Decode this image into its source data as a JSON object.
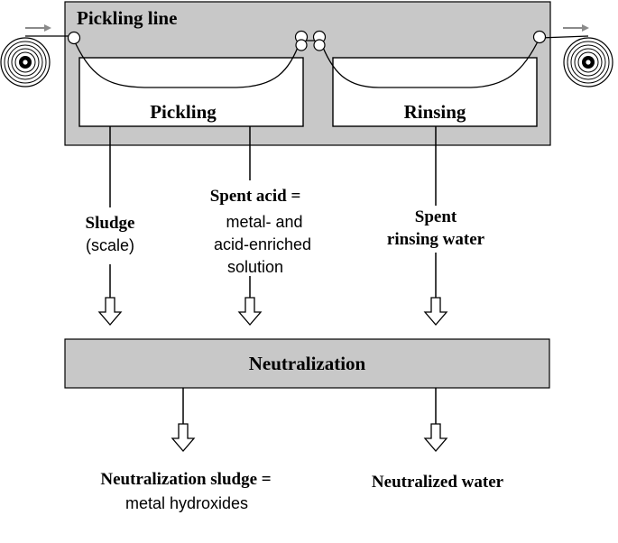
{
  "colors": {
    "panel_fill": "#c8c8c8",
    "stroke": "#000000",
    "arrow_gray": "#9a9a9a"
  },
  "pickling_line": {
    "title": "Pickling line"
  },
  "tanks": {
    "pickling": "Pickling",
    "rinsing": "Rinsing"
  },
  "streams": {
    "sludge": {
      "title": "Sludge",
      "detail": "(scale)"
    },
    "spent_acid": {
      "title": "Spent acid =",
      "detail_lines": [
        "metal- and",
        "acid-enriched",
        "solution"
      ]
    },
    "spent_rinsing_water": {
      "title_lines": [
        "Spent",
        "rinsing water"
      ]
    }
  },
  "neutralization": {
    "title": "Neutralization"
  },
  "outputs": {
    "sludge": {
      "title": "Neutralization sludge =",
      "detail": "metal hydroxides"
    },
    "water": {
      "title": "Neutralized water"
    }
  },
  "icons": [
    "coil-icon",
    "roller-icon",
    "flow-arrow-icon",
    "motion-arrow-icon"
  ]
}
